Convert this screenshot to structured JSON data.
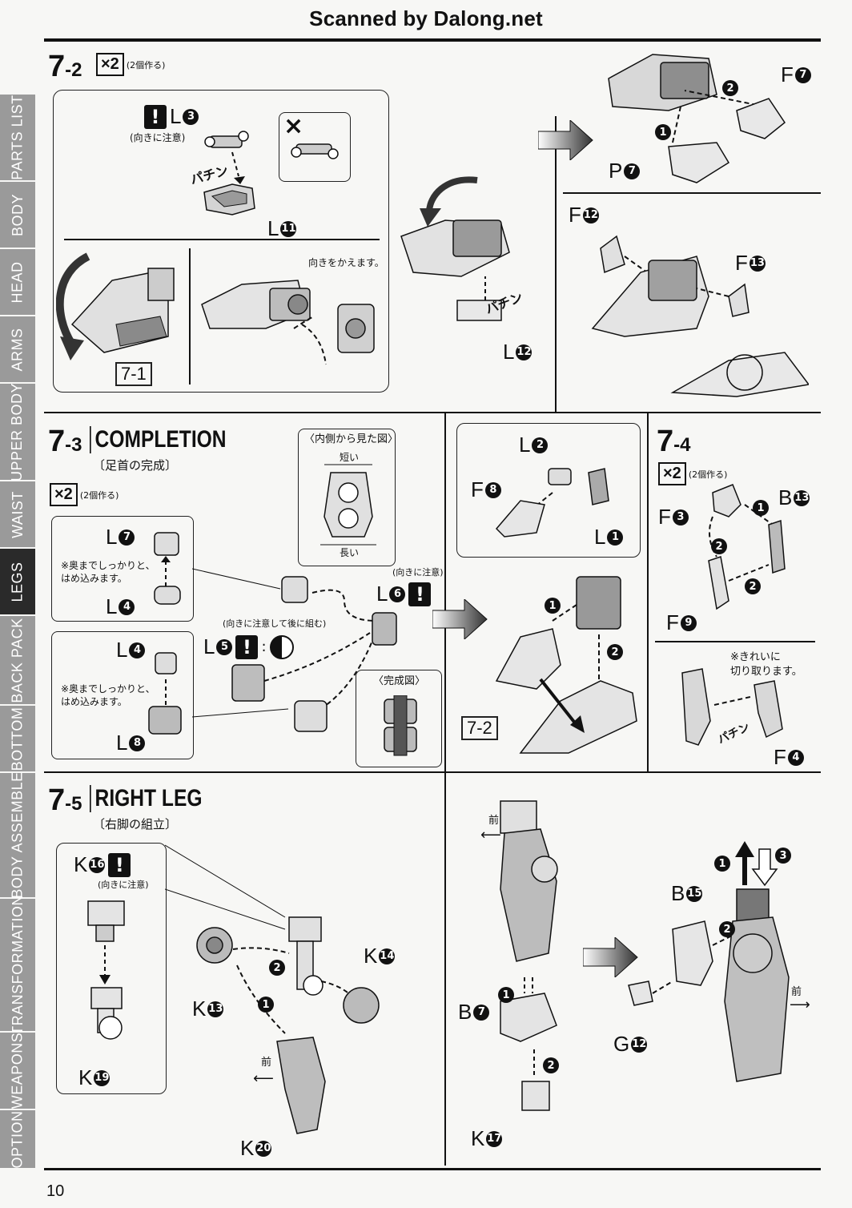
{
  "header": {
    "title": "Scanned by Dalong.net"
  },
  "page_number": "10",
  "sidebar": {
    "tabs": [
      {
        "label": "PARTS LIST",
        "active": false
      },
      {
        "label": "BODY",
        "active": false
      },
      {
        "label": "HEAD",
        "active": false
      },
      {
        "label": "ARMS",
        "active": false
      },
      {
        "label": "UPPER BODY",
        "active": false
      },
      {
        "label": "WAIST",
        "active": false
      },
      {
        "label": "LEGS",
        "active": true
      },
      {
        "label": "BACK PACK",
        "active": false
      },
      {
        "label": "BOTTOM",
        "active": false
      },
      {
        "label": "BODY ASSEMBLE",
        "active": false
      },
      {
        "label": "TRANSFORMATION",
        "active": false
      },
      {
        "label": "WEAPONS",
        "active": false
      },
      {
        "label": "OPTION",
        "active": false
      }
    ]
  },
  "step_7_2": {
    "num_main": "7",
    "num_sub": "-2",
    "multiplier": "×2",
    "multiplier_note": "(2個作る)",
    "labels": {
      "L3": "L",
      "L3_n": "3",
      "L11": "L",
      "L11_n": "11",
      "L12": "L",
      "L12_n": "12",
      "F7": "F",
      "F7_n": "7",
      "P7": "P",
      "P7_n": "7",
      "F12": "F",
      "F12_n": "12",
      "F13": "F",
      "F13_n": "13"
    },
    "note_orientation": "(向きに注意)",
    "note_turn": "向きをかえます。",
    "snap": "パチン",
    "cross": "×",
    "ref": "7-1",
    "order1": "1",
    "order2": "2"
  },
  "step_7_3": {
    "num_main": "7",
    "num_sub": "-3",
    "title": "COMPLETION",
    "subtitle": "〔足首の完成〕",
    "multiplier": "×2",
    "multiplier_note": "(2個作る)",
    "inner_view_title": "〈内側から見た図〉",
    "short": "短い",
    "long": "長い",
    "note_push_1": "※奥までしっかりと、\nはめ込みます。",
    "note_push_2": "※奥までしっかりと、\nはめ込みます。",
    "note_orientation": "(向きに注意)",
    "note_orientation_back": "(向きに注意して後に組む)",
    "completed": "〈完成図〉",
    "labels": {
      "L7": "L",
      "L7_n": "7",
      "L4a": "L",
      "L4a_n": "4",
      "L4b": "L",
      "L4b_n": "4",
      "L8": "L",
      "L8_n": "8",
      "L6": "L",
      "L6_n": "6",
      "L5": "L",
      "L5_n": "5",
      "L2": "L",
      "L2_n": "2",
      "F8": "F",
      "F8_n": "8",
      "L1": "L",
      "L1_n": "1"
    },
    "ref": "7-2",
    "order1": "1",
    "order2": "2"
  },
  "step_7_4": {
    "num_main": "7",
    "num_sub": "-4",
    "multiplier": "×2",
    "multiplier_note": "(2個作る)",
    "labels": {
      "F3": "F",
      "F3_n": "3",
      "B13": "B",
      "B13_n": "13",
      "F9": "F",
      "F9_n": "9",
      "F4": "F",
      "F4_n": "4"
    },
    "note_cut": "※きれいに\n切り取ります。",
    "snap": "パチン",
    "order1": "1",
    "order2": "2"
  },
  "step_7_5": {
    "num_main": "7",
    "num_sub": "-5",
    "title": "RIGHT LEG",
    "subtitle": "〔右脚の組立〕",
    "note_orientation": "(向きに注意)",
    "front": "前",
    "labels": {
      "K16": "K",
      "K16_n": "16",
      "K19": "K",
      "K19_n": "19",
      "K13": "K",
      "K13_n": "13",
      "K14": "K",
      "K14_n": "14",
      "K20": "K",
      "K20_n": "20",
      "B7": "B",
      "B7_n": "7",
      "K17": "K",
      "K17_n": "17",
      "B15": "B",
      "B15_n": "15",
      "G12": "G",
      "G12_n": "12"
    },
    "order1": "1",
    "order2": "2",
    "order3": "3"
  }
}
